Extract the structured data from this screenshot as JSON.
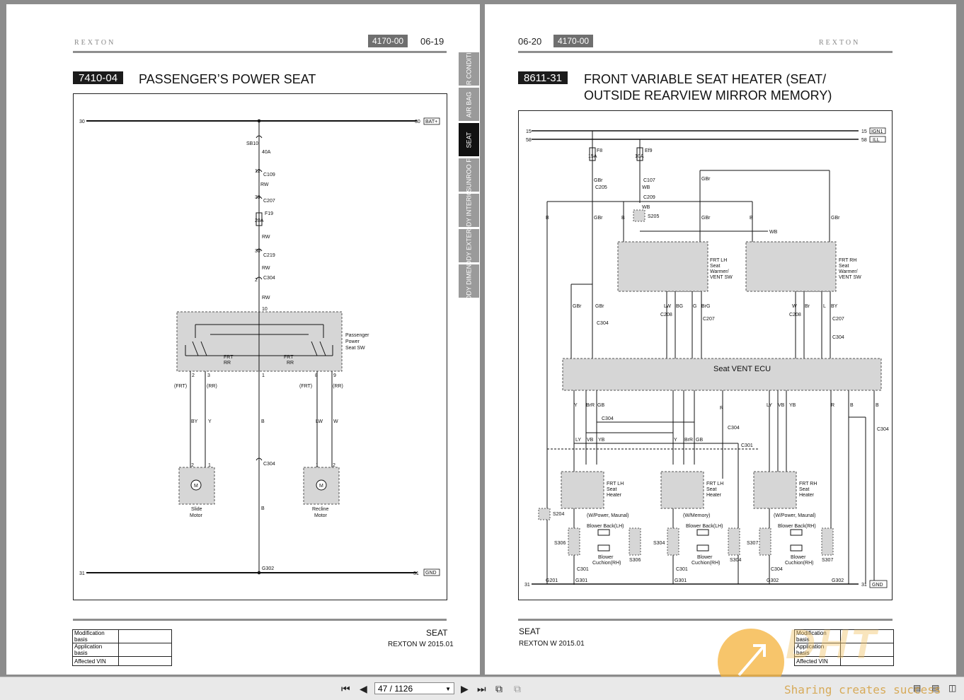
{
  "left_page": {
    "brand": "REXTON",
    "code": "4170-00",
    "page_number": "06-19",
    "section_code": "7410-04",
    "section_title": "PASSENGER’S POWER SEAT",
    "footer_title": "SEAT",
    "footer_sub": "REXTON W 2015.01",
    "mod_rows": [
      "Modification basis",
      "Application basis",
      "Affected VIN"
    ]
  },
  "right_page": {
    "brand": "REXTON",
    "code": "4170-00",
    "page_number": "06-20",
    "section_code": "8611-31",
    "section_title_line1": "FRONT VARIABLE SEAT HEATER (SEAT/",
    "section_title_line2": "OUTSIDE REARVIEW MIRROR MEMORY)",
    "footer_title": "SEAT",
    "footer_sub": "REXTON W 2015.01",
    "mod_rows": [
      "Modification basis",
      "Application basis",
      "Affected VIN"
    ]
  },
  "side_tabs": [
    {
      "label": "AIR CONDITIO",
      "active": false
    },
    {
      "label": "AIR BAG",
      "active": false
    },
    {
      "label": "SEAT",
      "active": true
    },
    {
      "label": "SUNROO F",
      "active": false
    },
    {
      "label": "BODY INTERIOR",
      "active": false
    },
    {
      "label": "BODY EXTERIO",
      "active": false
    },
    {
      "label": "BODY DIMENSI",
      "active": false
    }
  ],
  "toolbar": {
    "page_indicator": "47 / 1126"
  },
  "watermark": {
    "text": "Sharing creates success",
    "logo_text": "DHT"
  },
  "diagram_left": {
    "bus_top_left": "30",
    "bus_top_right": "30",
    "bus_top_tag": "BAT+",
    "bus_bottom_left": "31",
    "bus_bottom_right": "31",
    "bus_bottom_tag": "GND",
    "sb10": "SB10",
    "sb10_amp": "40A",
    "c109": "C109",
    "c109_pin": "12",
    "c207": "C207",
    "c207_pin": "39",
    "f19": "F19",
    "f19_amp": "20A",
    "c219": "C219",
    "c219_pin": "30",
    "c304": "C304",
    "c304_pin": "2",
    "wire_rw": "RW",
    "pin10": "10",
    "switch_label1": "Passenger",
    "switch_label2": "Power",
    "switch_label3": "Seat SW",
    "frt": "FRT",
    "rr": "RR",
    "p2": "2",
    "p3": "3",
    "p1": "1",
    "p8": "8",
    "p9": "9",
    "frt_paren": "(FRT)",
    "rr_paren": "(RR)",
    "w_by": "BY",
    "w_y": "Y",
    "w_b": "B",
    "w_lw": "LW",
    "w_w": "W",
    "c304b": "C304",
    "slide_motor1": "Slide",
    "slide_motor2": "Motor",
    "recline_motor1": "Recline",
    "recline_motor2": "Motor",
    "motor_m": "M",
    "g302": "G302"
  },
  "diagram_right": {
    "bus15": "15",
    "bus58": "58",
    "ign1": "IGN1",
    "ill": "ILL",
    "bus31": "31",
    "gnd": "GND",
    "f8": "F8",
    "f8_amp": "15A",
    "ef9": "Ef9",
    "ef9_amp": "10A",
    "c205": "C205",
    "c107": "C107",
    "c209": "C209",
    "s205": "S205",
    "frt_lh_sw1": "FRT LH",
    "frt_lh_sw2": "Seat",
    "frt_lh_sw3": "Warmer/",
    "frt_lh_sw4": "VENT SW",
    "frt_rh_sw1": "FRT RH",
    "frt_rh_sw2": "Seat",
    "frt_rh_sw3": "Warmer/",
    "frt_rh_sw4": "VENT SW",
    "ecu": "Seat VENT ECU",
    "c208": "C208",
    "c207": "C207",
    "c304": "C304",
    "c301": "C301",
    "c304b": "C304",
    "lh_heater1": "FRT LH",
    "lh_heater2": "Seat",
    "lh_heater3": "Heater",
    "lh_heater_note": "(W/Power, Maunal)",
    "lh2_heater_note": "(W/Memory)",
    "rh_heater1": "FRT RH",
    "rh_heater2": "Seat",
    "rh_heater3": "Heater",
    "rh_heater_note": "(W/Power, Maunal)",
    "blower_lh": "Blower Back(LH)",
    "blower_rh": "Blower Back(RH)",
    "blower_cush_rh": "Blower",
    "blower_cush_rh2": "Cuchion(RH)",
    "s306": "S306",
    "s304": "S304",
    "s307": "S307",
    "s204": "S204",
    "g201": "G201",
    "g301": "G301",
    "g302": "G302",
    "w_gbr": "GBr",
    "w_b": "B",
    "w_wb": "WB",
    "w_lw": "LW",
    "w_bg": "BG",
    "w_g": "G",
    "w_brg": "BrG",
    "w_w": "W",
    "w_br": "Br",
    "w_l": "L",
    "w_by": "BY",
    "w_y": "Y",
    "w_brr": "BrR",
    "w_gb": "GB",
    "w_r": "R",
    "w_ly": "LY",
    "w_vb": "VB",
    "w_yb": "YB"
  }
}
